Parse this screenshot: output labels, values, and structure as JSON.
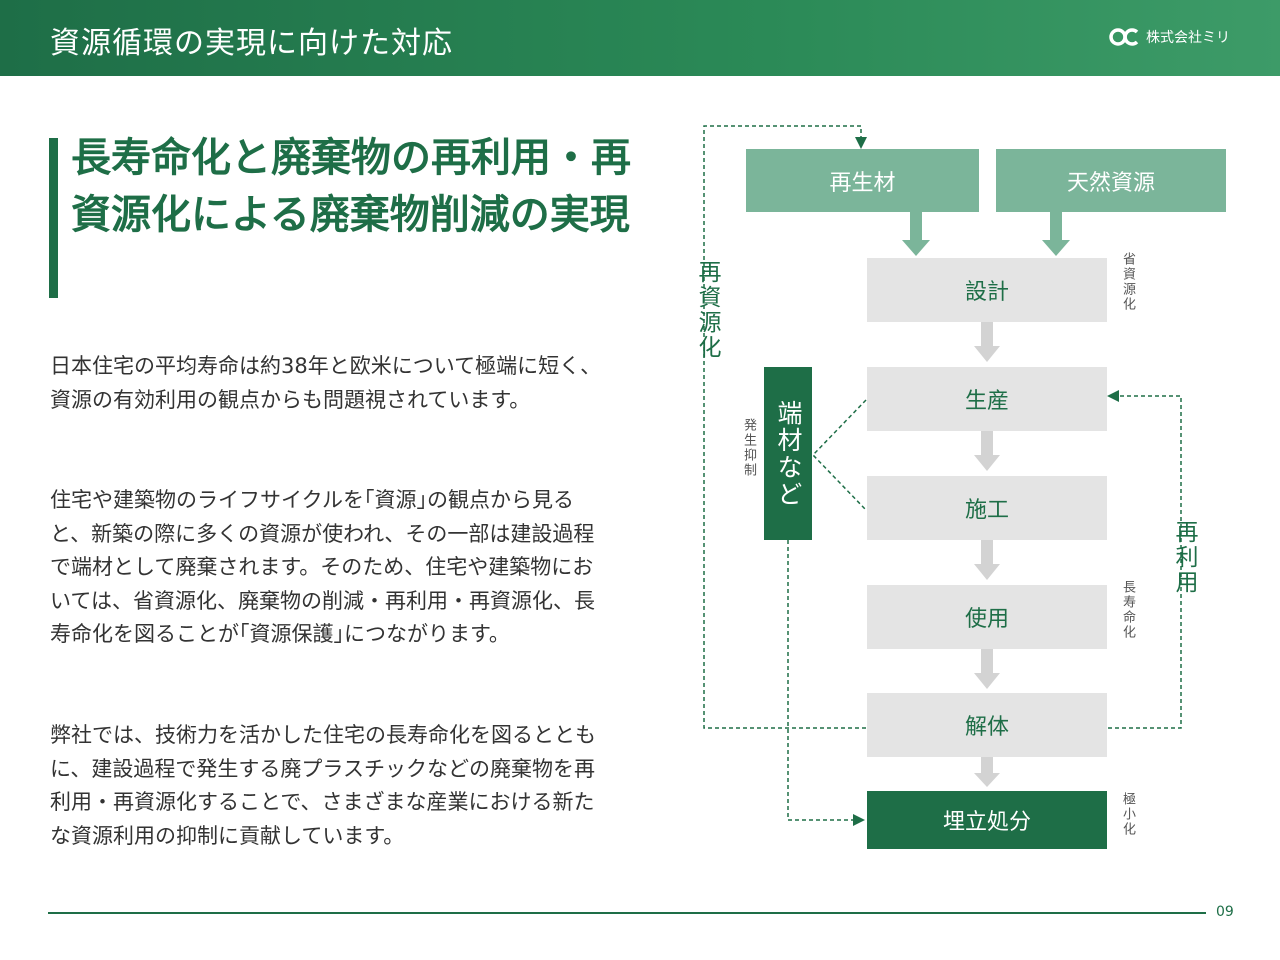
{
  "header": {
    "title": "資源循環の実現に向けた対応",
    "company": "株式会社ミリ"
  },
  "section": {
    "title": "長寿命化と廃棄物の再利用・再資源化による廃棄物削減の実現"
  },
  "paragraphs": [
    "日本住宅の平均寿命は約38年と欧米について極端に短く、資源の有効利用の観点からも問題視されています。",
    "住宅や建築物のライフサイクルを｢資源｣の観点から見ると、新築の際に多くの資源が使われ、その一部は建設過程で端材として廃棄されます。そのため、住宅や建築物においては、省資源化、廃棄物の削減・再利用・再資源化、長寿命化を図ることが｢資源保護｣につながります。",
    "弊社では、技術力を活かした住宅の長寿命化を図るとともに、建設過程で発生する廃プラスチックなどの廃棄物を再利用・再資源化することで、さまざまな産業における新たな資源利用の抑制に貢献しています。"
  ],
  "diagram": {
    "sources": [
      "再生材",
      "天然資源"
    ],
    "steps": [
      "設計",
      "生産",
      "施工",
      "使用",
      "解体"
    ],
    "final": "埋立処分",
    "scrap": "端材など",
    "labels": {
      "recycle_resource": "再資源化",
      "reuse": "再利用",
      "suppress": "発生抑制",
      "save_resource": "省資源化",
      "long_life": "長寿命化",
      "minimize": "極小化"
    }
  },
  "footer": {
    "page": "09"
  },
  "colors": {
    "primary": "#1e6e47",
    "source_box": "#7bb59a",
    "step_box": "#e4e4e4"
  }
}
